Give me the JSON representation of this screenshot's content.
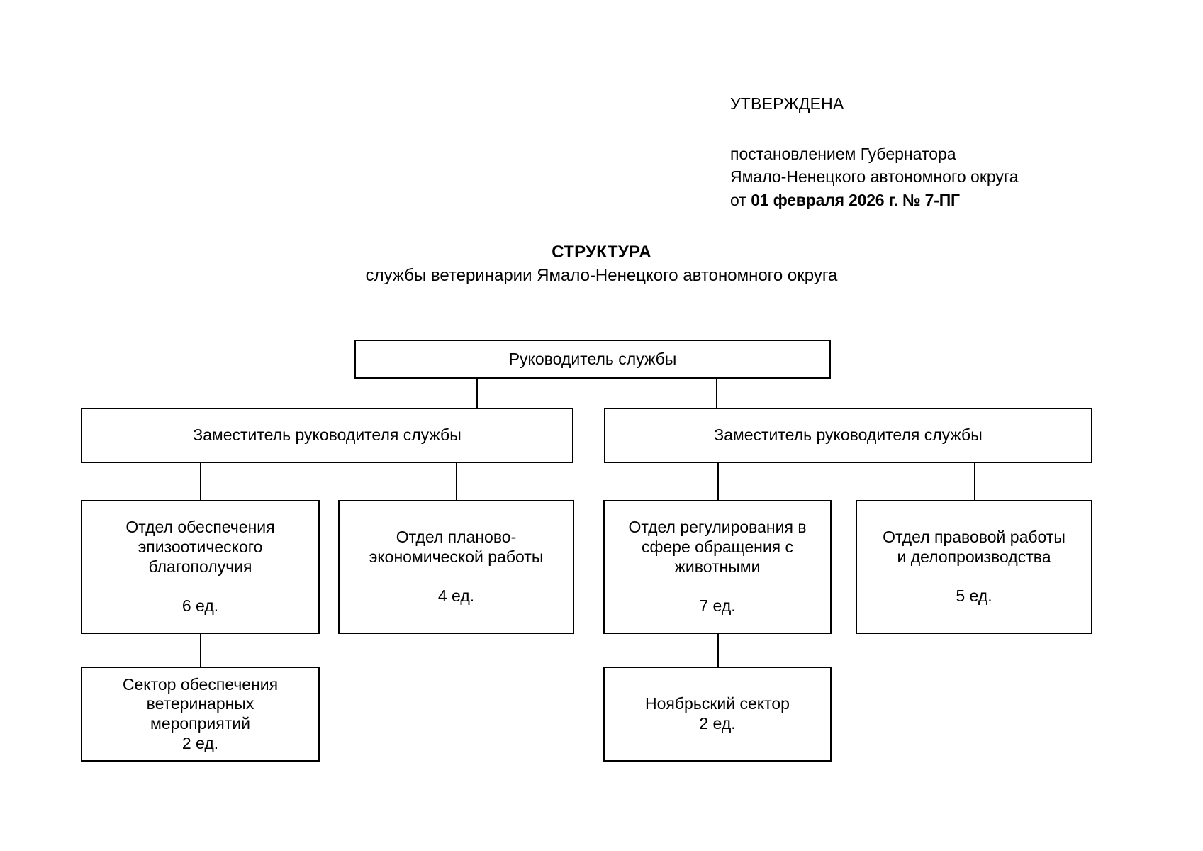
{
  "approval": {
    "heading": "УТВЕРЖДЕНА",
    "line1": "постановлением Губернатора",
    "line2": "Ямало-Ненецкого автономного округа",
    "date_prefix": "от ",
    "date_value": "01 февраля 2026 г. № 7-ПГ"
  },
  "document": {
    "title": "СТРУКТУРА",
    "subtitle": "службы ветеринарии Ямало-Ненецкого автономного округа"
  },
  "chart_data": {
    "type": "diagram",
    "orientation": "top-down",
    "nodes": [
      {
        "id": "head",
        "label": "Руководитель службы",
        "count": "",
        "level": 0
      },
      {
        "id": "deputy-left",
        "label": "Заместитель руководителя службы",
        "count": "",
        "level": 1
      },
      {
        "id": "deputy-right",
        "label": "Заместитель руководителя службы",
        "count": "",
        "level": 1
      },
      {
        "id": "dept-epizootic",
        "label": "Отдел обеспечения\nэпизоотического\nблагополучия",
        "count": "6 ед.",
        "level": 2
      },
      {
        "id": "dept-planning",
        "label": "Отдел планово-\nэкономической работы",
        "count": "4 ед.",
        "level": 2
      },
      {
        "id": "dept-animals",
        "label": "Отдел регулирования в\nсфере обращения с\nживотными",
        "count": "7 ед.",
        "level": 2
      },
      {
        "id": "dept-legal",
        "label": "Отдел правовой работы\nи делопроизводства",
        "count": "5 ед.",
        "level": 2
      },
      {
        "id": "sector-vet",
        "label": "Сектор обеспечения\nветеринарных\nмероприятий",
        "count": "2 ед.",
        "level": 3
      },
      {
        "id": "sector-noyabrsk",
        "label": "Ноябрьский сектор",
        "count": "2 ед.",
        "level": 3
      }
    ],
    "edges": [
      {
        "from": "head",
        "to": "deputy-left"
      },
      {
        "from": "head",
        "to": "deputy-right"
      },
      {
        "from": "deputy-left",
        "to": "dept-epizootic"
      },
      {
        "from": "deputy-left",
        "to": "dept-planning"
      },
      {
        "from": "deputy-right",
        "to": "dept-animals"
      },
      {
        "from": "deputy-right",
        "to": "dept-legal"
      },
      {
        "from": "dept-epizootic",
        "to": "sector-vet"
      },
      {
        "from": "dept-animals",
        "to": "sector-noyabrsk"
      }
    ]
  },
  "colors": {
    "border": "#000000",
    "background": "#ffffff",
    "text": "#000000"
  }
}
